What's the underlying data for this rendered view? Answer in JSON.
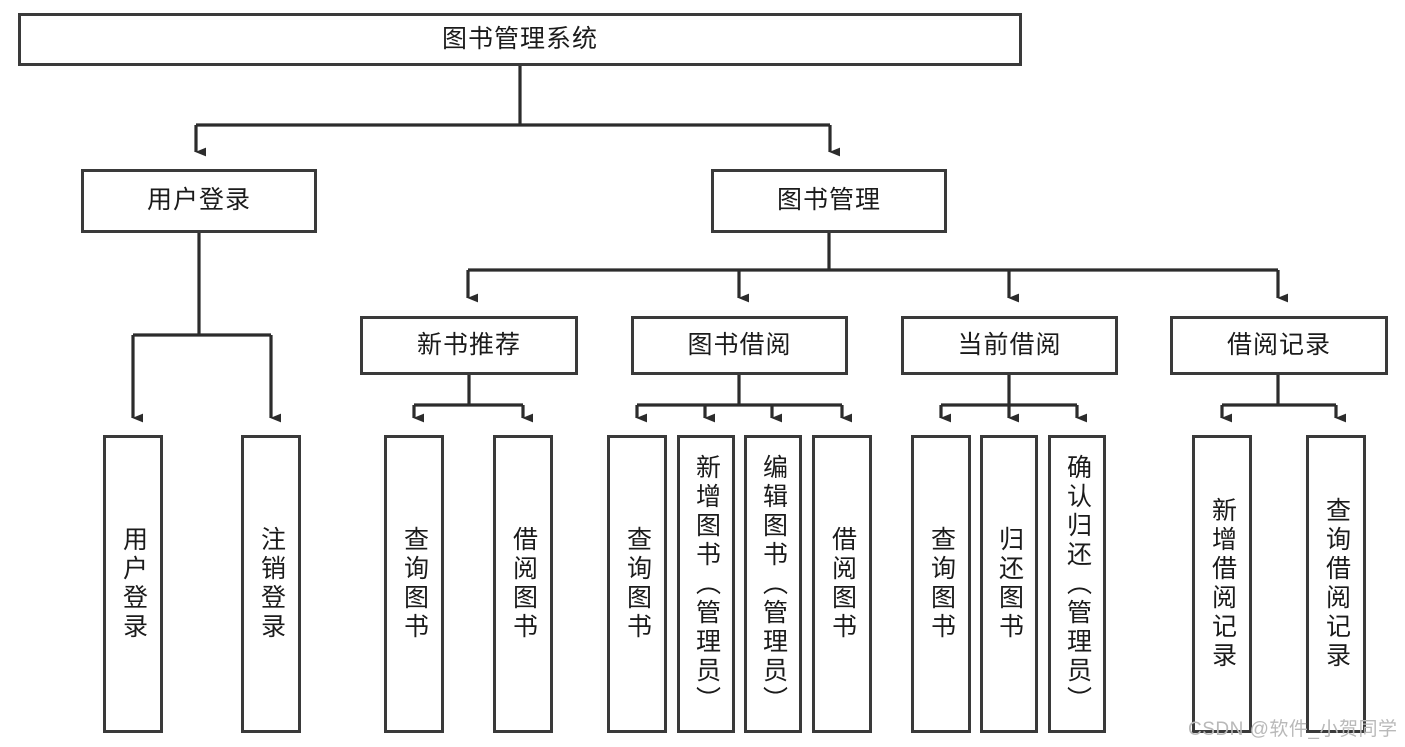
{
  "diagram": {
    "type": "tree-hierarchy-chart",
    "title": "图书管理系统",
    "stroke_color": "#3a3a3a",
    "text_color": "#1b1b1b",
    "background_color": "#ffffff",
    "levels": {
      "level1": [
        {
          "id": "root",
          "label": "图书管理系统"
        }
      ],
      "level2": [
        {
          "id": "user-login",
          "label": "用户登录"
        },
        {
          "id": "book-manage",
          "label": "图书管理"
        }
      ],
      "level3": [
        {
          "id": "new-book-rec",
          "label": "新书推荐"
        },
        {
          "id": "book-borrow",
          "label": "图书借阅"
        },
        {
          "id": "current-borrow",
          "label": "当前借阅"
        },
        {
          "id": "borrow-record",
          "label": "借阅记录"
        }
      ],
      "level4": [
        {
          "id": "leaf-user-login",
          "label": "用户登录"
        },
        {
          "id": "leaf-user-logout",
          "label": "注销登录"
        },
        {
          "id": "leaf-query-book-1",
          "label": "查询图书"
        },
        {
          "id": "leaf-borrow-book-1",
          "label": "借阅图书"
        },
        {
          "id": "leaf-query-book-2",
          "label": "查询图书"
        },
        {
          "id": "leaf-add-book",
          "label": "新增图书（管理员）"
        },
        {
          "id": "leaf-edit-book",
          "label": "编辑图书（管理员）"
        },
        {
          "id": "leaf-borrow-book-2",
          "label": "借阅图书"
        },
        {
          "id": "leaf-query-book-3",
          "label": "查询图书"
        },
        {
          "id": "leaf-return-book",
          "label": "归还图书"
        },
        {
          "id": "leaf-confirm-return",
          "label": "确认归还（管理员）"
        },
        {
          "id": "leaf-add-record",
          "label": "新增借阅记录"
        },
        {
          "id": "leaf-query-record",
          "label": "查询借阅记录"
        }
      ]
    }
  },
  "watermark": {
    "text": "CSDN @软件_小贺同学",
    "color": "#b9b9b9"
  }
}
